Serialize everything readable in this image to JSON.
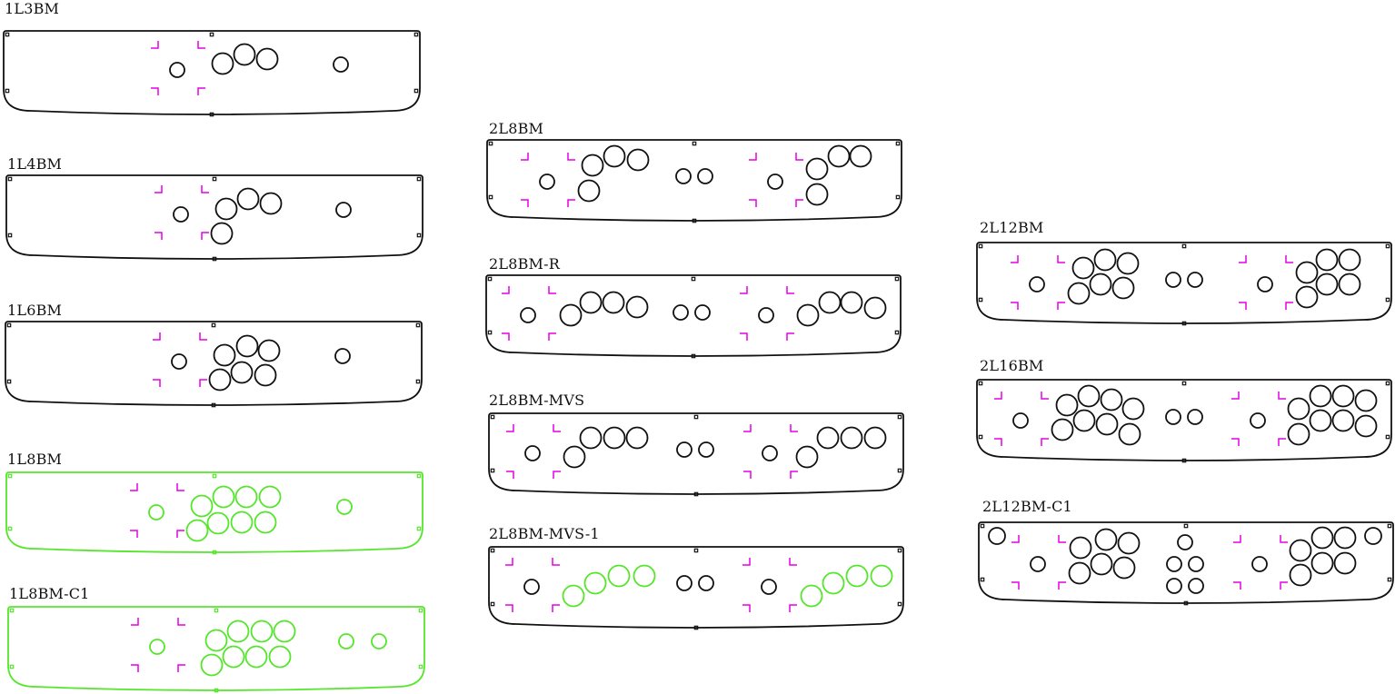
{
  "colors": {
    "line": "#111111",
    "highlight": "#55e62c",
    "bracket": "#e600e6"
  },
  "panels": [
    {
      "id": "1L3BM",
      "label": "1L3BM"
    },
    {
      "id": "1L4BM",
      "label": "1L4BM"
    },
    {
      "id": "1L6BM",
      "label": "1L6BM"
    },
    {
      "id": "1L8BM",
      "label": "1L8BM"
    },
    {
      "id": "1L8BM-C1",
      "label": "1L8BM-C1"
    },
    {
      "id": "2L8BM",
      "label": "2L8BM"
    },
    {
      "id": "2L8BM-R",
      "label": "2L8BM-R"
    },
    {
      "id": "2L8BM-MVS",
      "label": "2L8BM-MVS"
    },
    {
      "id": "2L8BM-MVS-1",
      "label": "2L8BM-MVS-1"
    },
    {
      "id": "2L12BM",
      "label": "2L12BM"
    },
    {
      "id": "2L16BM",
      "label": "2L16BM"
    },
    {
      "id": "2L12BM-C1",
      "label": "2L12BM-C1"
    }
  ]
}
